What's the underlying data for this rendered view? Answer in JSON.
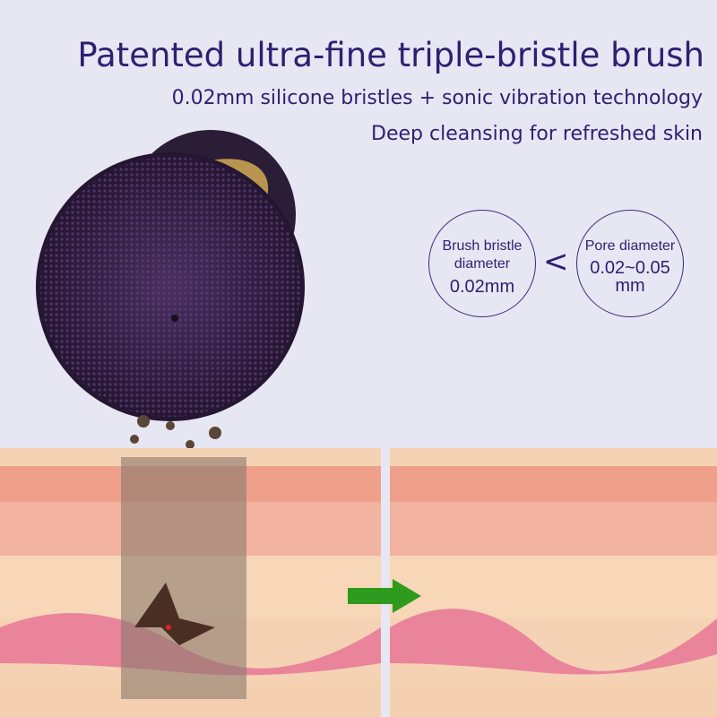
{
  "title": "Patented ultra-fine triple-bristle brush",
  "subtitle_1": "0.02mm silicone bristles + sonic vibration technology",
  "subtitle_2": "Deep cleansing for refreshed skin",
  "comparison": {
    "left": {
      "label": "Brush bristle diameter",
      "value": "0.02mm"
    },
    "operator": "<",
    "right": {
      "label": "Pore diameter",
      "value": "0.02~0.05 mm"
    }
  },
  "colors": {
    "text": "#2f1f70",
    "background": "#e7e6f3",
    "arrow": "#2e9a1e"
  }
}
